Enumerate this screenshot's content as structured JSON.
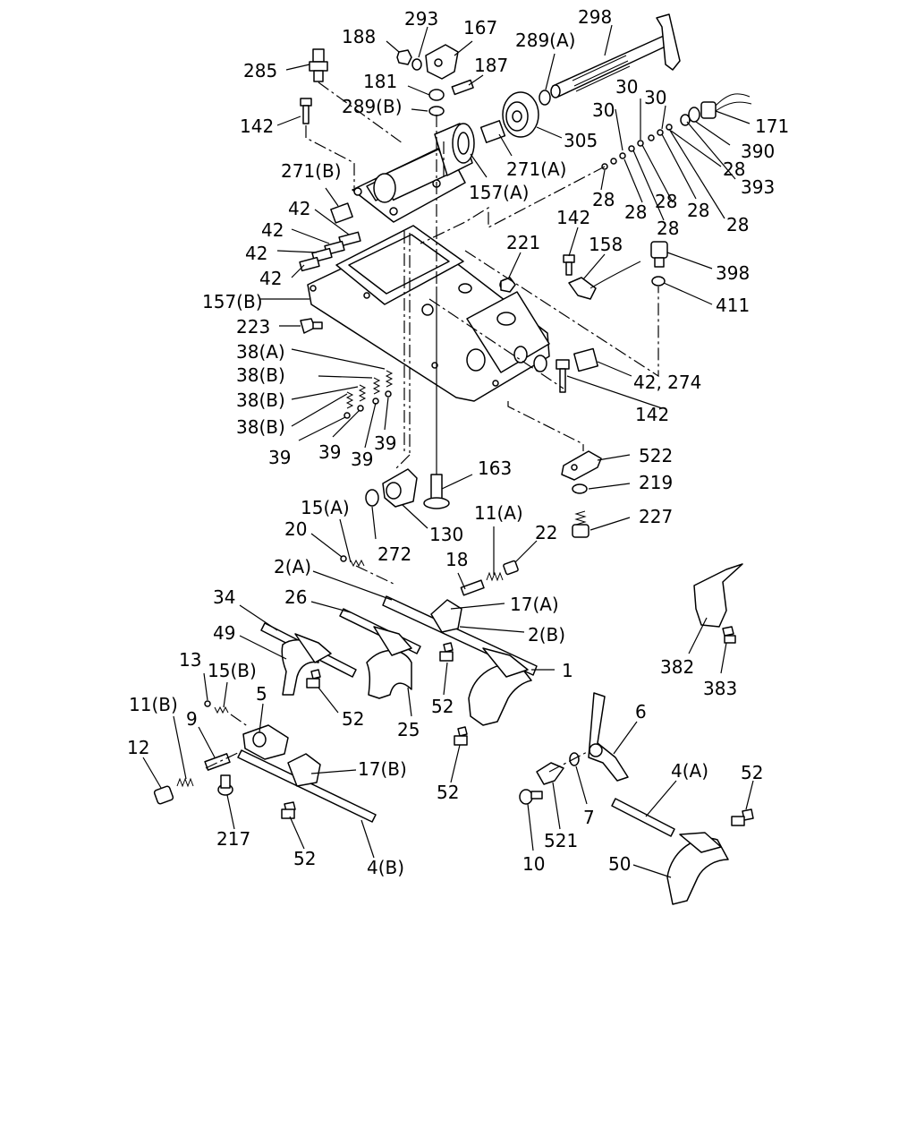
{
  "labels": [
    {
      "id": "l298",
      "text": "298"
    },
    {
      "id": "l293",
      "text": "293"
    },
    {
      "id": "l167",
      "text": "167"
    },
    {
      "id": "l188",
      "text": "188"
    },
    {
      "id": "l289a",
      "text": "289(A)"
    },
    {
      "id": "l285",
      "text": "285"
    },
    {
      "id": "l187",
      "text": "187"
    },
    {
      "id": "l181",
      "text": "181"
    },
    {
      "id": "l30a",
      "text": "30"
    },
    {
      "id": "l30b",
      "text": "30"
    },
    {
      "id": "l30c",
      "text": "30"
    },
    {
      "id": "l289b",
      "text": "289(B)"
    },
    {
      "id": "l142a",
      "text": "142"
    },
    {
      "id": "l171",
      "text": "171"
    },
    {
      "id": "l305",
      "text": "305"
    },
    {
      "id": "l390",
      "text": "390"
    },
    {
      "id": "l28a",
      "text": "28"
    },
    {
      "id": "l271b",
      "text": "271(B)"
    },
    {
      "id": "l271a",
      "text": "271(A)"
    },
    {
      "id": "l393",
      "text": "393"
    },
    {
      "id": "l157a",
      "text": "157(A)"
    },
    {
      "id": "l28b",
      "text": "28"
    },
    {
      "id": "l28c",
      "text": "28"
    },
    {
      "id": "l28d",
      "text": "28"
    },
    {
      "id": "l28e",
      "text": "28"
    },
    {
      "id": "l28f",
      "text": "28"
    },
    {
      "id": "l28g",
      "text": "28"
    },
    {
      "id": "l42a",
      "text": "42"
    },
    {
      "id": "l142b",
      "text": "142"
    },
    {
      "id": "l42b",
      "text": "42"
    },
    {
      "id": "l221",
      "text": "221"
    },
    {
      "id": "l158",
      "text": "158"
    },
    {
      "id": "l42c",
      "text": "42"
    },
    {
      "id": "l398",
      "text": "398"
    },
    {
      "id": "l42d",
      "text": "42"
    },
    {
      "id": "l157b",
      "text": "157(B)"
    },
    {
      "id": "l411",
      "text": "411"
    },
    {
      "id": "l223",
      "text": "223"
    },
    {
      "id": "l38a",
      "text": "38(A)"
    },
    {
      "id": "l38b1",
      "text": "38(B)"
    },
    {
      "id": "l42274",
      "text": "42, 274"
    },
    {
      "id": "l38b2",
      "text": "38(B)"
    },
    {
      "id": "l142c",
      "text": "142"
    },
    {
      "id": "l38b3",
      "text": "38(B)"
    },
    {
      "id": "l39a",
      "text": "39"
    },
    {
      "id": "l39b",
      "text": "39"
    },
    {
      "id": "l39c",
      "text": "39"
    },
    {
      "id": "l39d",
      "text": "39"
    },
    {
      "id": "l522",
      "text": "522"
    },
    {
      "id": "l163",
      "text": "163"
    },
    {
      "id": "l219",
      "text": "219"
    },
    {
      "id": "l15a",
      "text": "15(A)"
    },
    {
      "id": "l11a",
      "text": "11(A)"
    },
    {
      "id": "l227",
      "text": "227"
    },
    {
      "id": "l20",
      "text": "20"
    },
    {
      "id": "l130",
      "text": "130"
    },
    {
      "id": "l22",
      "text": "22"
    },
    {
      "id": "l272",
      "text": "272"
    },
    {
      "id": "l18",
      "text": "18"
    },
    {
      "id": "l2a",
      "text": "2(A)"
    },
    {
      "id": "l34",
      "text": "34"
    },
    {
      "id": "l26",
      "text": "26"
    },
    {
      "id": "l17a",
      "text": "17(A)"
    },
    {
      "id": "l2b",
      "text": "2(B)"
    },
    {
      "id": "l49",
      "text": "49"
    },
    {
      "id": "l1",
      "text": "1"
    },
    {
      "id": "l382",
      "text": "382"
    },
    {
      "id": "l13",
      "text": "13"
    },
    {
      "id": "l15b",
      "text": "15(B)"
    },
    {
      "id": "l383",
      "text": "383"
    },
    {
      "id": "l5",
      "text": "5"
    },
    {
      "id": "l52a",
      "text": "52"
    },
    {
      "id": "l52b",
      "text": "52"
    },
    {
      "id": "l11b",
      "text": "11(B)"
    },
    {
      "id": "l25",
      "text": "25"
    },
    {
      "id": "l6",
      "text": "6"
    },
    {
      "id": "l9",
      "text": "9"
    },
    {
      "id": "l12",
      "text": "12"
    },
    {
      "id": "l17b",
      "text": "17(B)"
    },
    {
      "id": "l4a",
      "text": "4(A)"
    },
    {
      "id": "l52c",
      "text": "52"
    },
    {
      "id": "l52d",
      "text": "52"
    },
    {
      "id": "l7",
      "text": "7"
    },
    {
      "id": "l521",
      "text": "521"
    },
    {
      "id": "l217",
      "text": "217"
    },
    {
      "id": "l10",
      "text": "10"
    },
    {
      "id": "l52e",
      "text": "52"
    },
    {
      "id": "l4b",
      "text": "4(B)"
    },
    {
      "id": "l50",
      "text": "50"
    }
  ]
}
